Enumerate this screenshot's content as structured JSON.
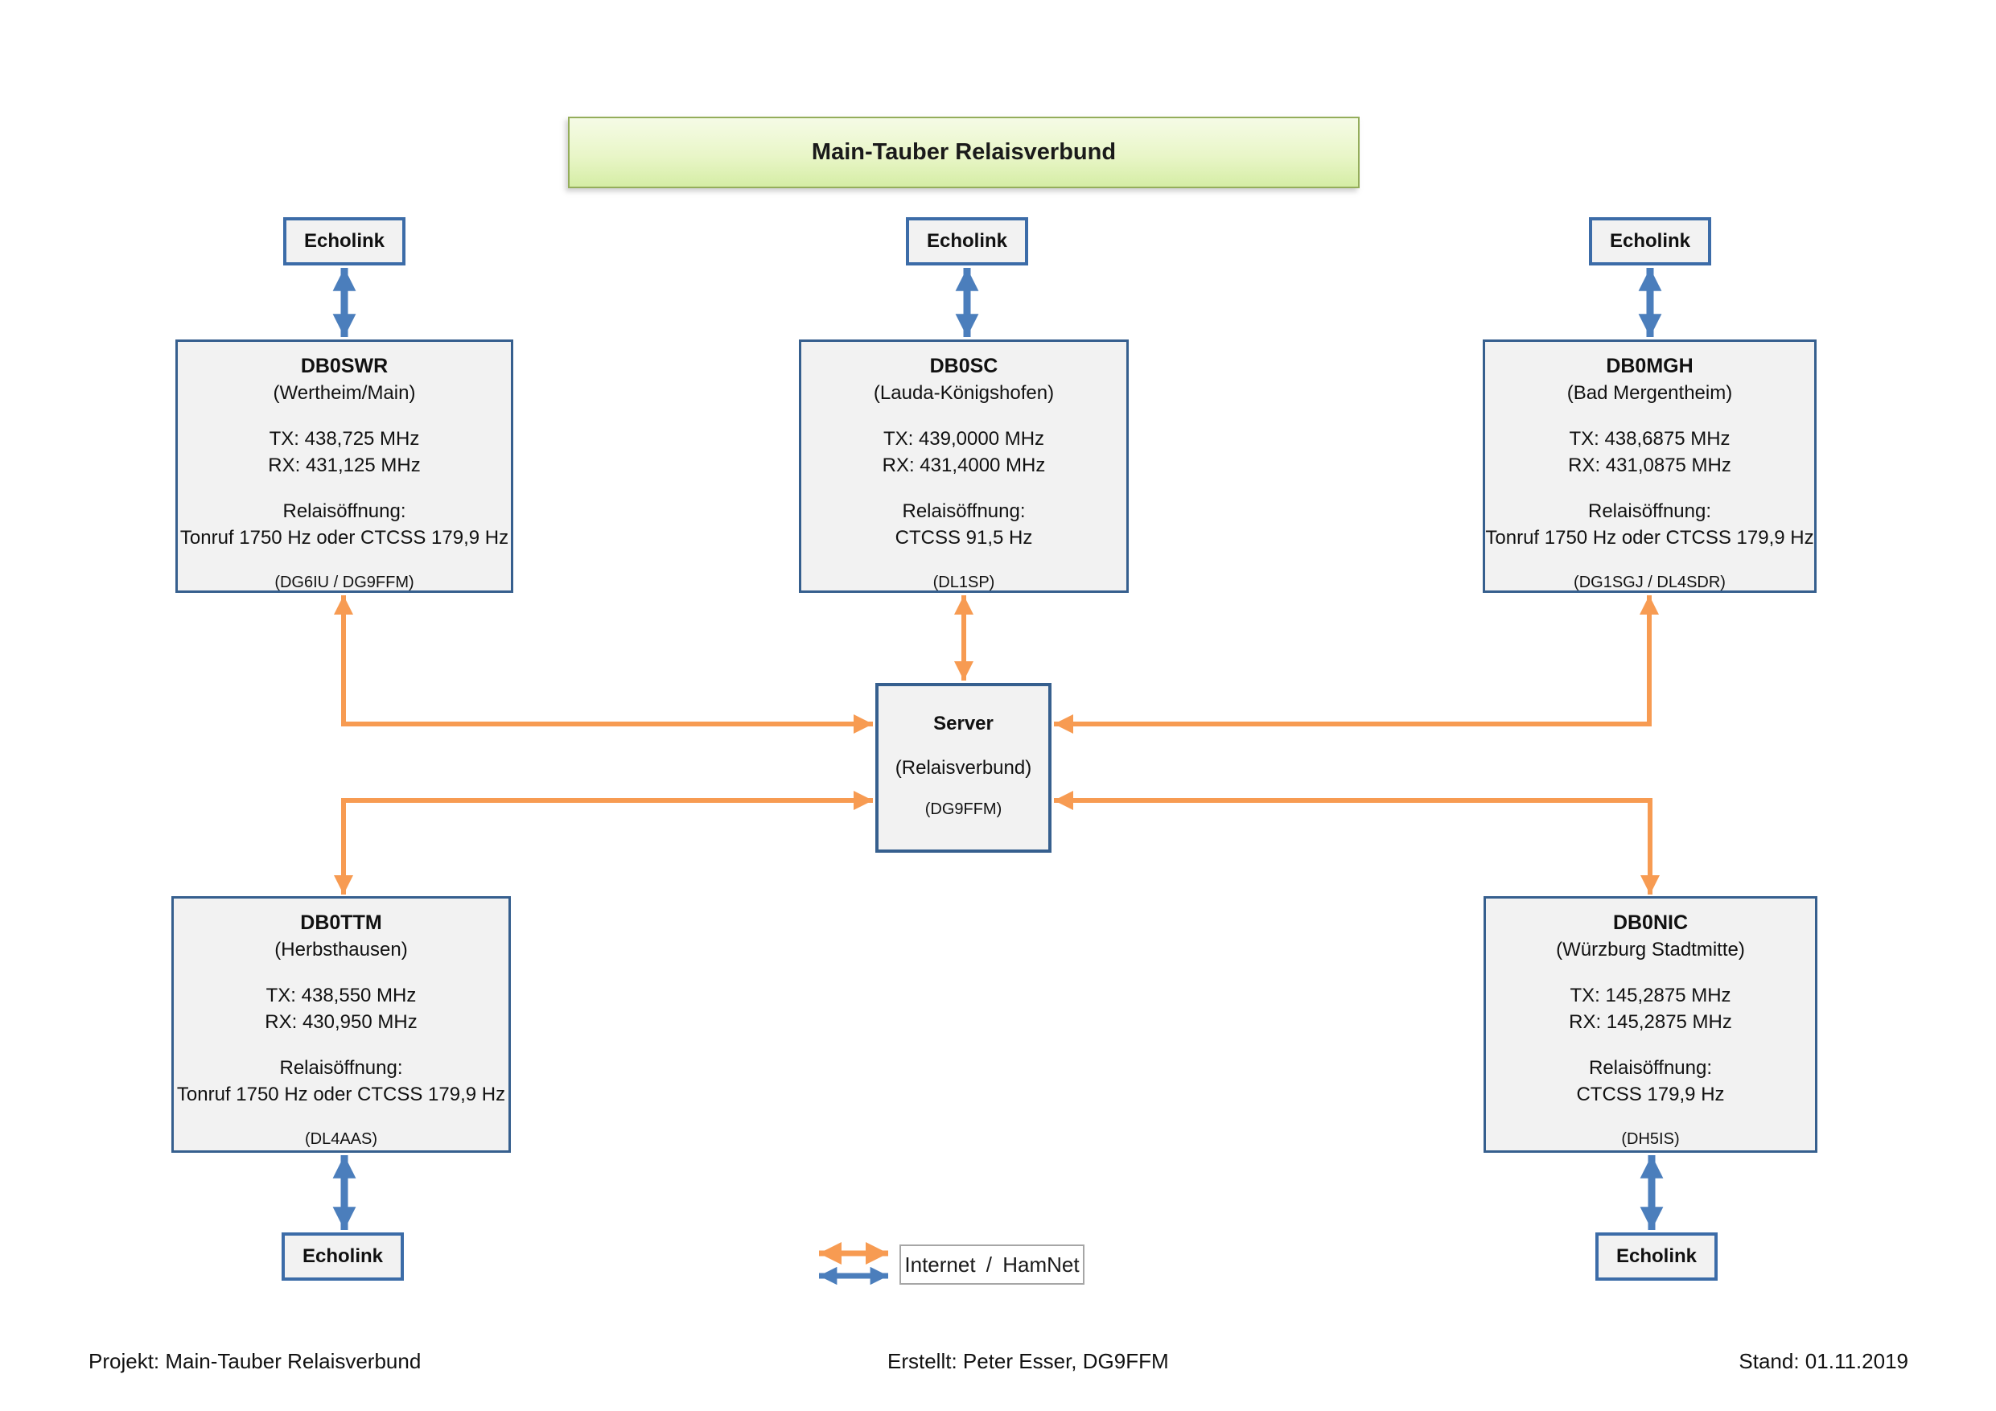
{
  "title": "Main-Tauber Relaisverbund",
  "echolink_label": "Echolink",
  "nodes": [
    {
      "name": "DB0SWR",
      "location": "(Wertheim/Main)",
      "tx": "TX: 438,725 MHz",
      "rx": "RX: 431,125 MHz",
      "opening_title": "Relaisöffnung:",
      "opening": "Tonruf 1750 Hz oder CTCSS 179,9 Hz",
      "operators": "(DG6IU / DG9FFM)"
    },
    {
      "name": "DB0SC",
      "location": "(Lauda-Königshofen)",
      "tx": "TX: 439,0000 MHz",
      "rx": "RX: 431,4000 MHz",
      "opening_title": "Relaisöffnung:",
      "opening": "CTCSS 91,5 Hz",
      "operators": "(DL1SP)"
    },
    {
      "name": "DB0MGH",
      "location": "(Bad Mergentheim)",
      "tx": "TX: 438,6875 MHz",
      "rx": "RX: 431,0875 MHz",
      "opening_title": "Relaisöffnung:",
      "opening": "Tonruf 1750 Hz oder CTCSS 179,9 Hz",
      "operators": "(DG1SGJ / DL4SDR)"
    },
    {
      "name": "DB0TTM",
      "location": "(Herbsthausen)",
      "tx": "TX: 438,550 MHz",
      "rx": "RX: 430,950 MHz",
      "opening_title": "Relaisöffnung:",
      "opening": "Tonruf 1750 Hz oder CTCSS 179,9 Hz",
      "operators": "(DL4AAS)"
    },
    {
      "name": "DB0NIC",
      "location": "(Würzburg Stadtmitte)",
      "tx": "TX: 145,2875 MHz",
      "rx": "RX: 145,2875 MHz",
      "opening_title": "Relaisöffnung:",
      "opening": "CTCSS 179,9 Hz",
      "operators": "(DH5IS)"
    }
  ],
  "server": {
    "name": "Server",
    "subtitle": "(Relaisverbund)",
    "operator": "(DG9FFM)"
  },
  "legend": {
    "label": "Internet / HamNet"
  },
  "footer": {
    "left": "Projekt: Main-Tauber Relaisverbund",
    "center": "Erstellt: Peter Esser, DG9FFM",
    "right": "Stand: 01.11.2019"
  },
  "colors": {
    "node_fill": "#f2f2f2",
    "node_border": "#365f8e",
    "echolink_border": "#3c6ca8",
    "orange_connector": "#f79b52",
    "blue_connector": "#4b7ebc",
    "title_fill_top": "#f5fbe6",
    "title_fill_bottom": "#d5eda5",
    "title_border": "#94ad5b",
    "legend_box_border": "#a6a6a6"
  }
}
